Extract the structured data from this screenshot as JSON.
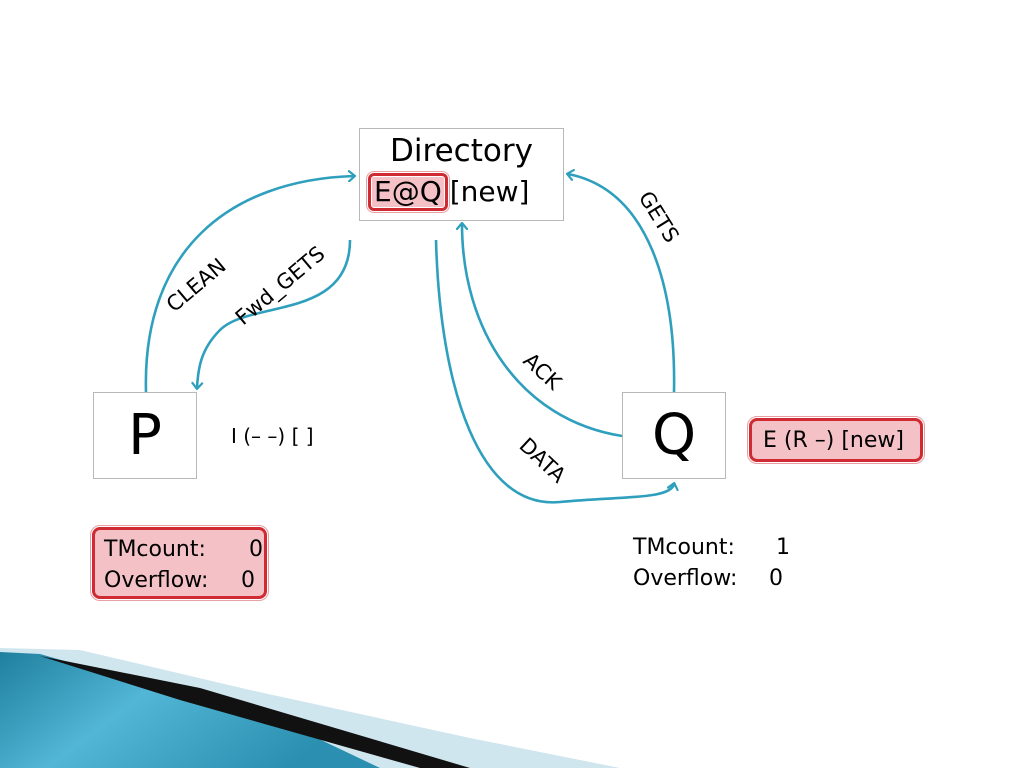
{
  "diagram": {
    "directory": {
      "title": "Directory",
      "owner_state": "E@Q",
      "sharers": "[new]"
    },
    "nodes": [
      {
        "id": "P",
        "label": "P",
        "state": "I (– –) [ ]"
      },
      {
        "id": "Q",
        "label": "Q",
        "state": "E (R –) [new]"
      }
    ],
    "messages": [
      {
        "label": "CLEAN"
      },
      {
        "label": "Fwd_GETS"
      },
      {
        "label": "GETS"
      },
      {
        "label": "ACK"
      },
      {
        "label": "DATA"
      }
    ],
    "counters": {
      "P": {
        "tm_label": "TMcount:",
        "tm_value": "0",
        "overflow_label": "Overflow:",
        "overflow_value": "0"
      },
      "Q": {
        "tm_label": "TMcount:",
        "tm_value": "1",
        "overflow_label": "Overflow:",
        "overflow_value": "0"
      }
    },
    "colors": {
      "arrow": "#2e9fbd",
      "highlight_fill": "#f4c2c6",
      "highlight_border": "#d02a32"
    }
  }
}
